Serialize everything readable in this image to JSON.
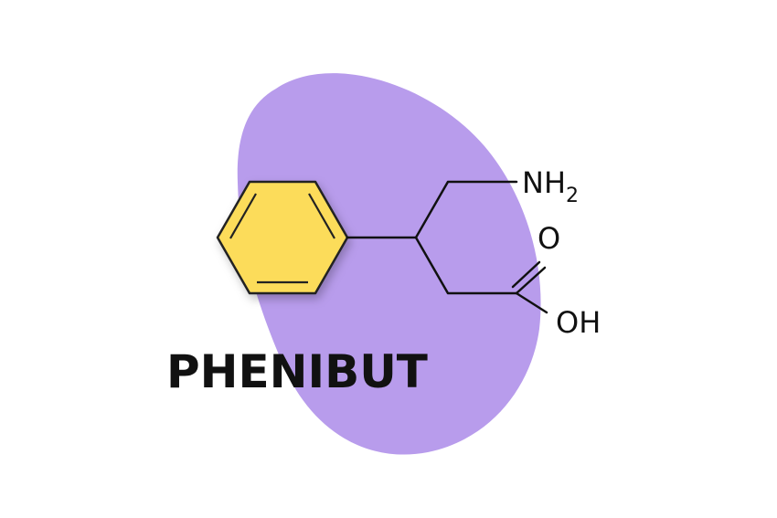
{
  "compound": {
    "name": "PHENIBUT"
  },
  "atoms": {
    "amine_main": "NH",
    "amine_sub": "2",
    "carbonyl_oxygen": "O",
    "hydroxyl": "OH"
  },
  "colors": {
    "background": "#ffffff",
    "blob": "#b89cec",
    "ring_fill": "#fcdc5a",
    "ring_stroke": "#222222",
    "bond": "#111111",
    "text": "#111111"
  },
  "icons": {
    "benzene_ring": "benzene-ring-icon",
    "backdrop": "blob-shape-icon"
  }
}
